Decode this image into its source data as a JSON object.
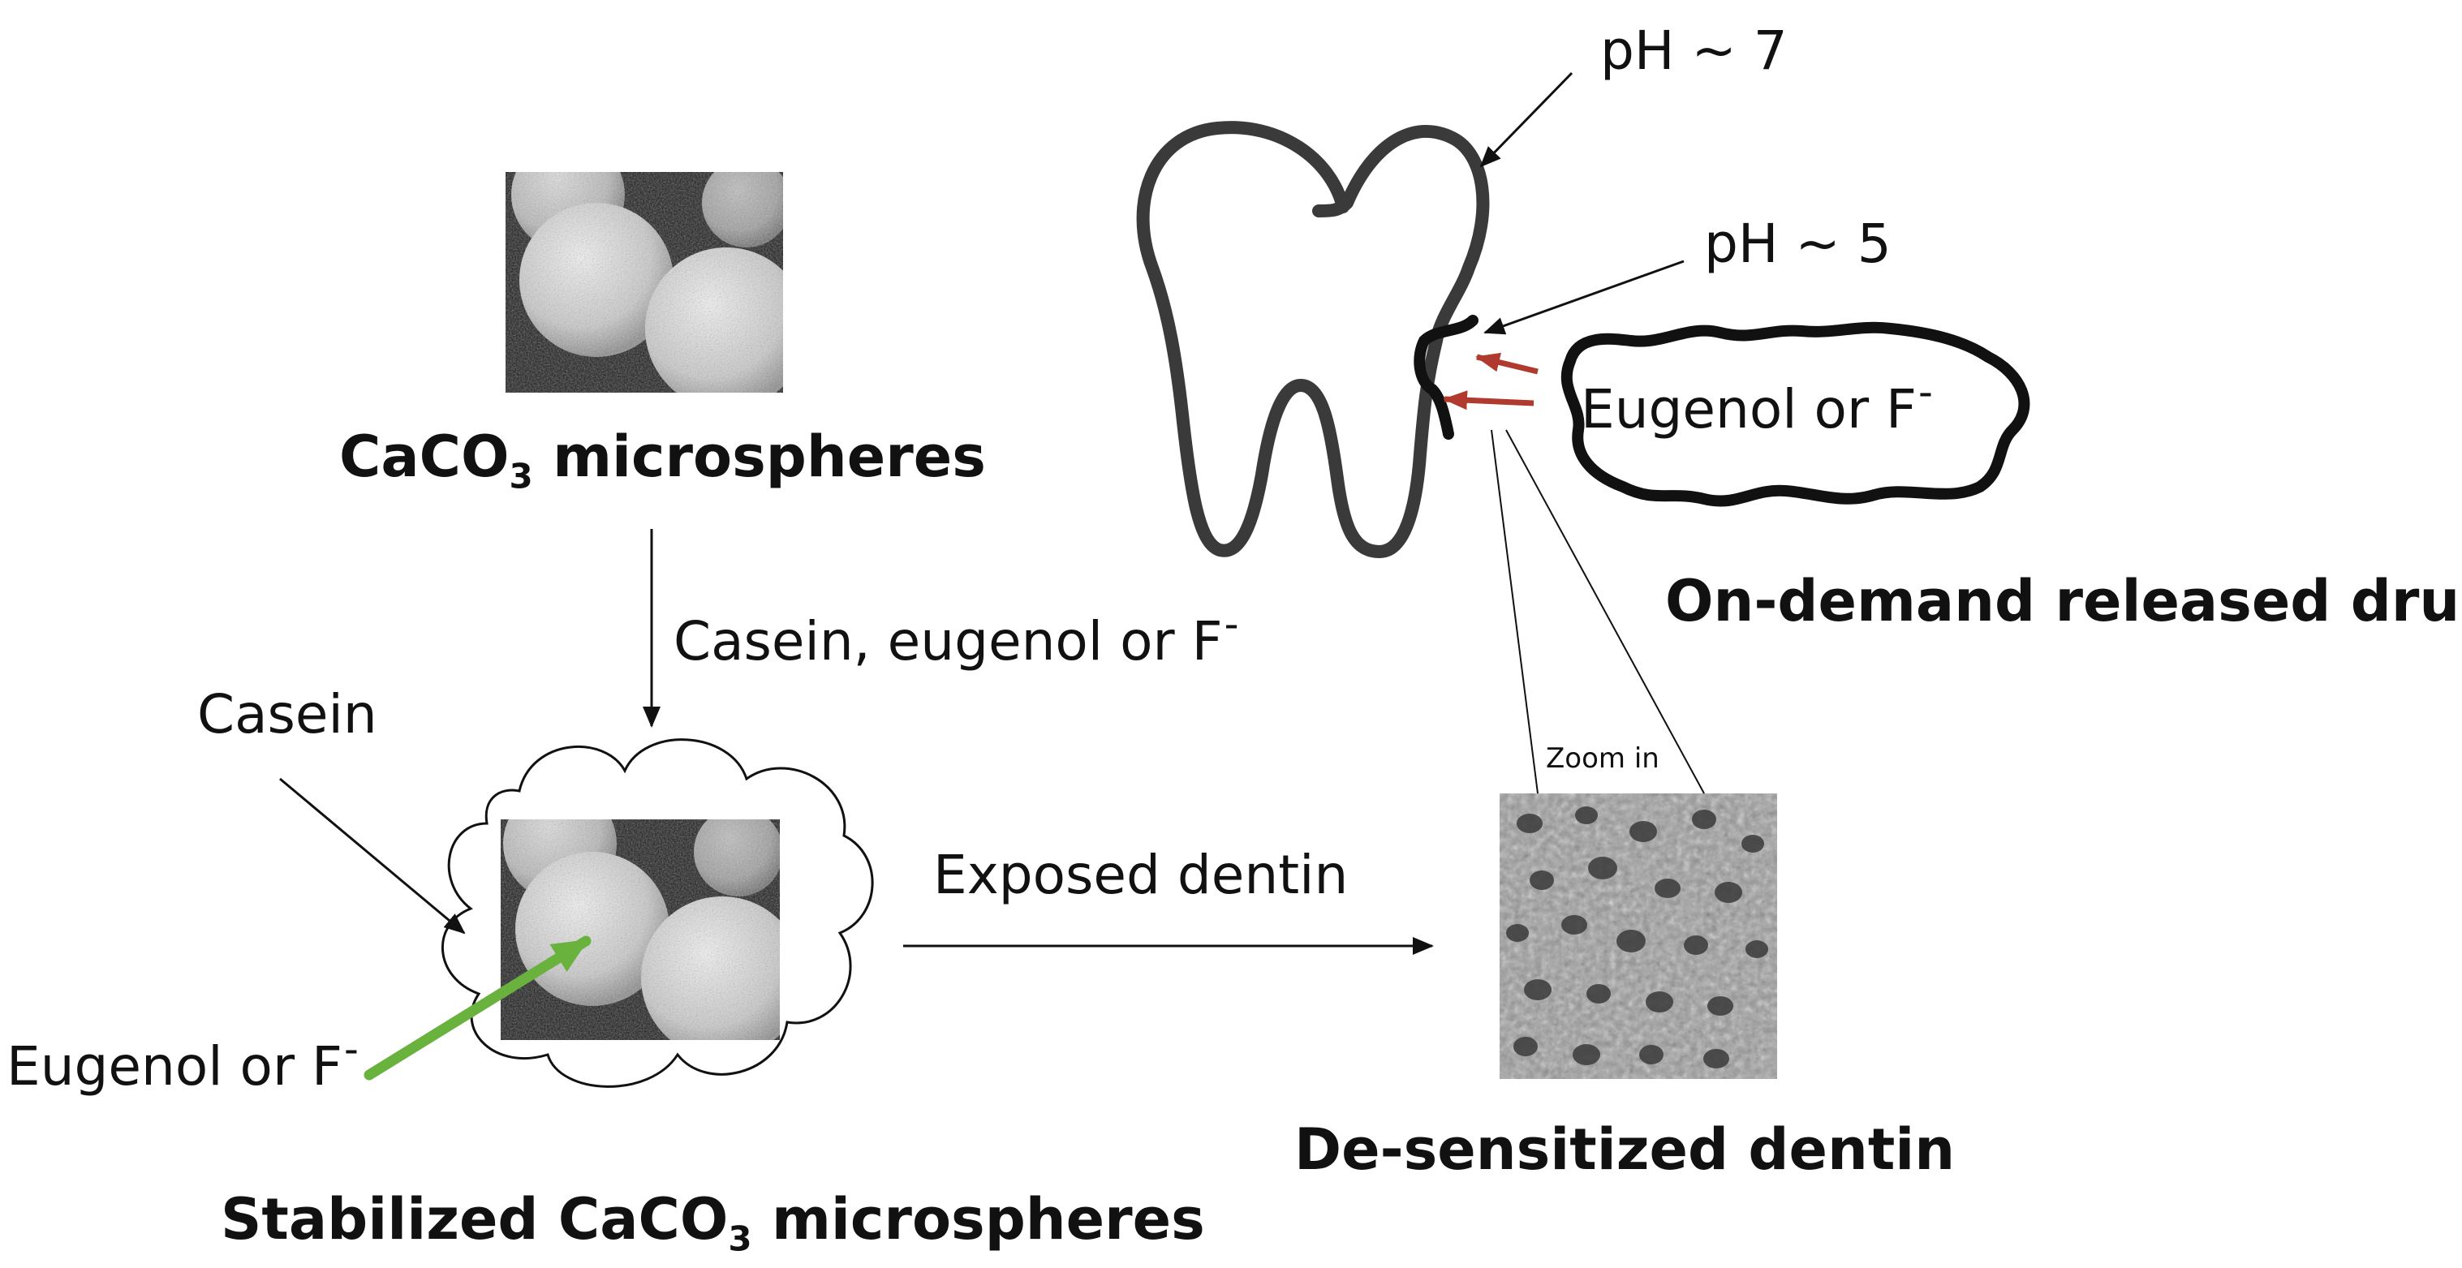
{
  "labels": {
    "caco3_prefix": "CaCO",
    "caco3_sub": "3",
    "caco3_suffix": " microspheres",
    "reagents_main": "Casein, eugenol or F",
    "reagents_sup": "-",
    "casein": "Casein",
    "eugenol_left_main": "Eugenol or F",
    "eugenol_left_sup": "-",
    "stabilized_prefix": "Stabilized CaCO",
    "stabilized_sub": "3",
    "stabilized_suffix": " microspheres",
    "exposed_dentin": "Exposed dentin",
    "zoom_in": "Zoom in",
    "desensitized": "De-sensitized dentin",
    "ph7": "pH ~ 7",
    "ph5": "pH ~ 5",
    "eugenol_right_main": "Eugenol or F",
    "eugenol_right_sup": "-",
    "on_demand": "On-demand released drug"
  },
  "colors": {
    "line": "#111111",
    "green_arrow": "#6ab23e",
    "red_arrow": "#b03a2e",
    "sem_dark": "#1a1a1a",
    "sem_sphere": "#d8d8d8"
  }
}
